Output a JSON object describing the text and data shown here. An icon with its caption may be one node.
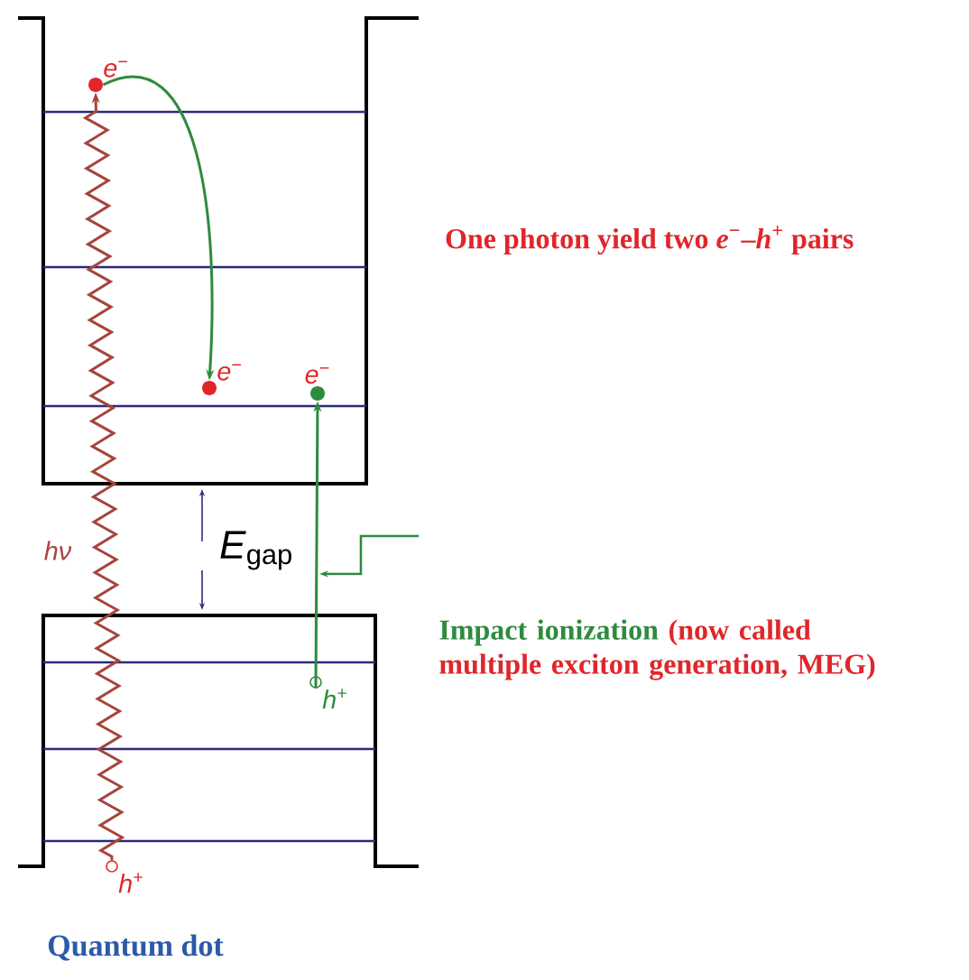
{
  "diagram": {
    "nodes": [
      {
        "text": [
          "*e*$^{−}$"
        ]
      },
      {
        "text": [
          "*e*$^{−}$"
        ]
      },
      {
        "text": [
          "*e*$^{−}$"
        ]
      },
      {
        "text": [
          "*h*$^{+}$"
        ]
      },
      {
        "text": [
          "*h*$^{+}$"
        ]
      }
    ],
    "edges": [
      {
        "from": 0,
        "to": 1,
        "arrow": "to"
      },
      {
        "from": 3,
        "to": 2,
        "arrow": "to"
      },
      {
        "from": 4,
        "to": 0,
        "arrow": "to",
        "label": "hν",
        "color": "#a5453c"
      }
    ],
    "labels": [
      "One photon yield two *e*$^{−}$–*h*$^{+}$ pairs",
      "*E*$_{gap}$",
      "Impact ionization",
      "(now called multiple exciton generation, MEG)",
      "Quantum dot"
    ]
  }
}
